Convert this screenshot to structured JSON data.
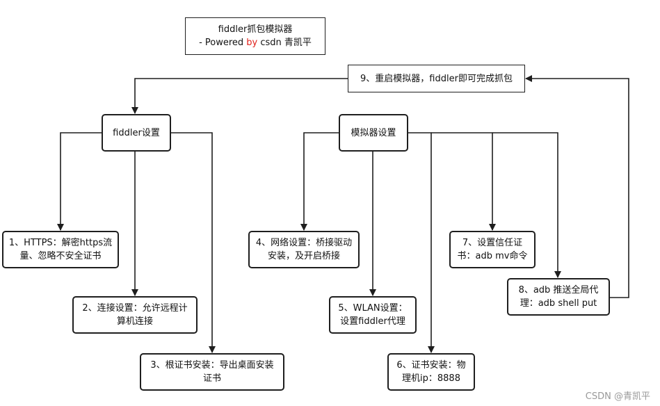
{
  "title_box": {
    "line1": "fiddler抓包模拟器",
    "line2_prefix": "- Powered ",
    "line2_by": "by",
    "line2_suffix": " csdn 青凯平"
  },
  "nodes": {
    "n9": [
      "9、重启模拟器，fiddler即可完成抓包"
    ],
    "fiddler": [
      "fiddler设置"
    ],
    "emulator": [
      "模拟器设置"
    ],
    "n1": [
      "1、HTTPS：解密https流",
      "量、忽略不安全证书"
    ],
    "n2": [
      "2、连接设置：允许远程计",
      "算机连接"
    ],
    "n3": [
      "3、根证书安装：导出桌面安装",
      "证书"
    ],
    "n4": [
      "4、网络设置：桥接驱动",
      "安装，及开启桥接"
    ],
    "n5": [
      "5、WLAN设置：",
      "设置fiddler代理"
    ],
    "n6": [
      "6、证书安装：物",
      "理机ip：8888"
    ],
    "n7": [
      "7、设置信任证",
      "书：adb mv命令"
    ],
    "n8": [
      "8、adb 推送全局代",
      "理：adb shell put"
    ]
  },
  "watermark": "CSDN @青凯平",
  "colors": {
    "stroke": "#1e1e1e",
    "accent": "#e0201a"
  }
}
